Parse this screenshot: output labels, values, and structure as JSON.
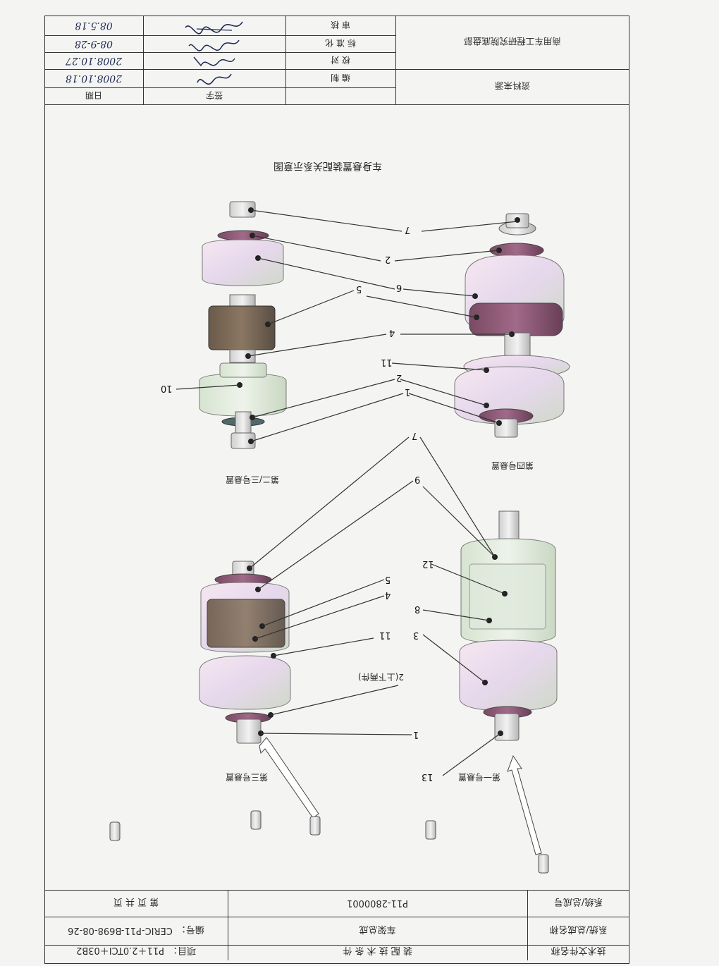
{
  "header": {
    "institute": "商用车工程研究院底盘部",
    "source_label": "资料来源",
    "roles": {
      "review": "审 核",
      "standardization": "标 准 化",
      "check": "校 对",
      "compile": "编 制"
    },
    "signature_label": "签字",
    "date_label": "日期",
    "dates": {
      "review": "08.5.18",
      "standardization": "08-9-28",
      "check": "2008.10.27",
      "compile": "2008.10.18"
    }
  },
  "diagram": {
    "title": "车身悬置装配关系示意图",
    "groups": {
      "first": "第一号悬置",
      "second_third": "第二/三号悬置",
      "third": "第三号悬置",
      "fourth": "第四号悬置"
    },
    "special_label": "2(上下两件)",
    "numbers": {
      "n1": "1",
      "n2": "2",
      "n3": "3",
      "n4": "4",
      "n5": "5",
      "n6": "6",
      "n7": "7",
      "n8": "8",
      "n9": "9",
      "n10": "10",
      "n11": "11",
      "n12": "12",
      "n13": "13"
    }
  },
  "footer": {
    "page_of": "第   页   共   页",
    "drawing_no_label": "编号：",
    "drawing_no": "CERIC-P11-B698-08-26",
    "part_no": "P11-2800001",
    "system_no_label": "系统/总成号",
    "system_name_label": "系统/总成名称",
    "system_name": "车架总成",
    "doc_type": "装 配 技 术 条 件",
    "project_label": "项目：",
    "project": "P11＋2.0TCI＋03B2",
    "tech_doc_label": "技术文件名称"
  },
  "colors": {
    "line": "#333333",
    "ink_blue": "#1f2a55",
    "paper": "#f4f4f2"
  }
}
